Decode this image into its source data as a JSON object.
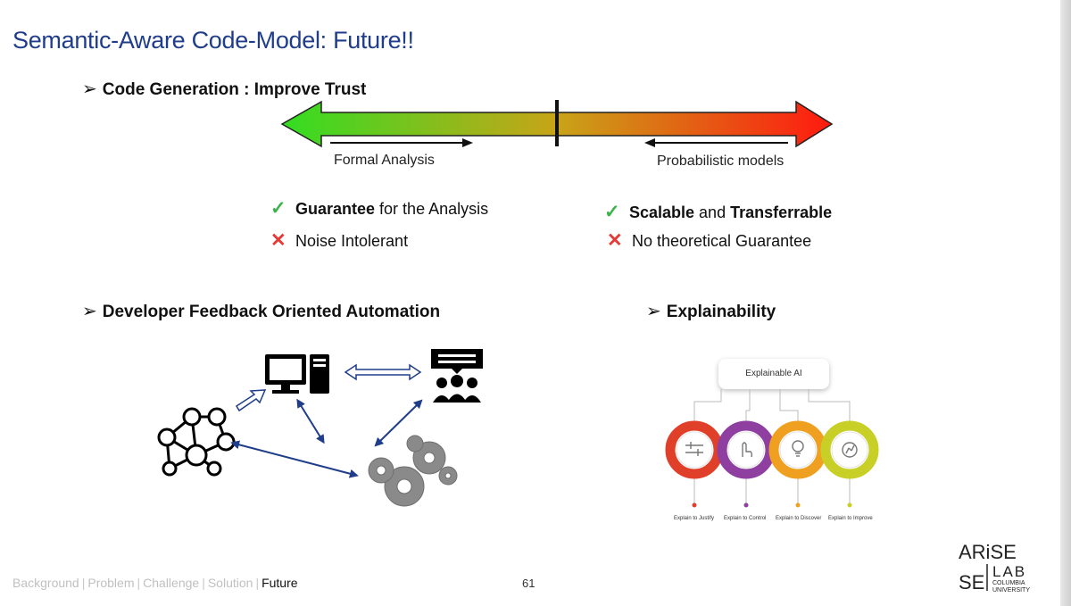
{
  "slide": {
    "title": "Semantic-Aware Code-Model: Future!!"
  },
  "bullets": {
    "code_generation": "Code Generation : Improve Trust",
    "developer_feedback": "Developer Feedback Oriented Automation",
    "explainability": "Explainability"
  },
  "spectrum": {
    "left_label": "Formal Analysis",
    "right_label": "Probabilistic models",
    "colors": {
      "left": "#33dd22",
      "mid": "#c8a418",
      "right": "#ff1a10"
    }
  },
  "formal_points": {
    "pro_strong": "Guarantee",
    "pro_rest": " for the Analysis",
    "con": "Noise Intolerant"
  },
  "prob_points": {
    "pro_strong1": "Scalable",
    "pro_mid": " and ",
    "pro_strong2": "Transferrable",
    "con": "No theoretical Guarantee"
  },
  "xai": {
    "title": "Explainable AI",
    "captions": [
      "Explain to Justify",
      "Explain to Control",
      "Explain to Discover",
      "Explain to Improve"
    ],
    "ring_colors": [
      "#e0402a",
      "#8e3fa0",
      "#f0a020",
      "#c8d028"
    ]
  },
  "footer": {
    "nav": [
      "Background",
      "Problem",
      "Challenge",
      "Solution",
      "Future"
    ],
    "active": "Future",
    "page": "61"
  },
  "logo": {
    "word1": "ARiSE",
    "word2": "LAB",
    "org1": "COLUMBIA",
    "org2": "UNIVERSITY"
  }
}
